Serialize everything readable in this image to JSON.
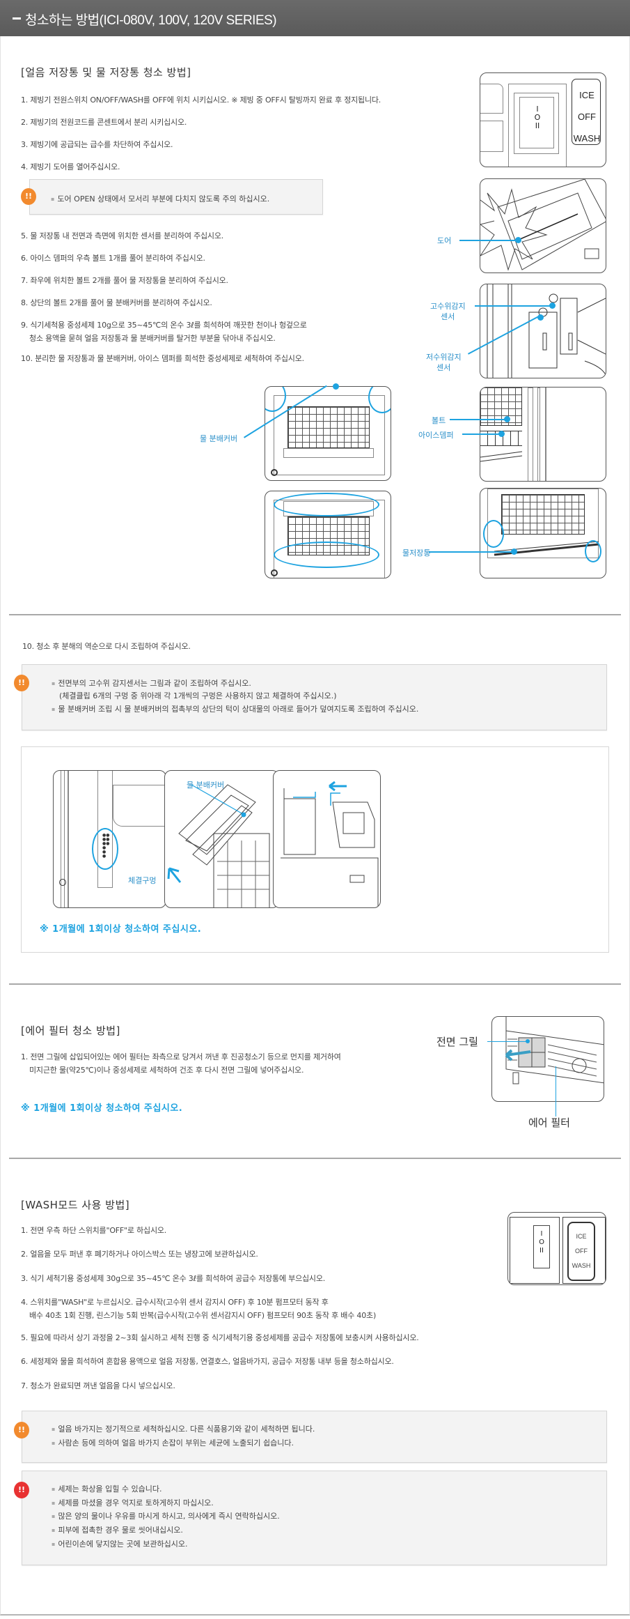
{
  "header": {
    "title": "청소하는 방법(ICI-080V, 100V, 120V SERIES)"
  },
  "section1": {
    "title": "[얼음 저장통 및 물 저장통 청소 방법]",
    "steps": [
      "1. 제빙기 전원스위치 ON/OFF/WASH를 OFF에 위치 시키십시오.  ※ 제빙 중 OFF시 탈빙까지 완료 후 정지됩니다.",
      "2. 제빙기의 전원코드를 콘센트에서 분리 시키십시오.",
      "3. 제빙기에 공급되는 급수를 차단하여 주십시오.",
      "4. 제빙기 도어를 열어주십시오.",
      "5. 물 저장통 내 전면과 측면에 위치한 센서를 분리하여 주십시오.",
      "6. 아이스 뎀퍼의 우측 볼트 1개를 풀어 분리하여 주십시오.",
      "7. 좌우에 위치한 볼트 2개를 풀어 물 저장통을 분리하여 주십시오.",
      "8. 상단의 볼트 2개를 풀어 물 분배커버를 분리하여 주십시오.",
      "9. 식기세척용 중성세제 10g으로 35~45℃의 온수 3ℓ를 희석하여 깨끗한 천이나 헝겊으로",
      "청소 용액을 묻혀 얼음 저장통과 물 분배커버를 탈거한 부분을 닦아내 주십시오.",
      "10. 분리한 물 저장통과 물 분배커버, 아이스 뎀퍼를 희석한 중성세제로 세척하여 주십시오."
    ],
    "note": "도어 OPEN 상태에서 모서리 부분에 다치지 않도록 주의 하십시오.",
    "switch_labels": [
      "ICE",
      "OFF",
      "WASH"
    ],
    "switch_symbols": [
      "I",
      "O",
      "II"
    ],
    "callouts": {
      "door": "도어",
      "high_sensor_1": "고수위감지",
      "high_sensor_2": "센서",
      "low_sensor_1": "저수위감지",
      "low_sensor_2": "센서",
      "bolt": "볼트",
      "ice_damper": "아이스뎀퍼",
      "water_cover": "물 분배커버",
      "water_tank": "물저장통"
    }
  },
  "section2": {
    "step": "10. 청소 후 분해의 역순으로 다시 조립하여 주십시오.",
    "note_lines": [
      "전면부의 고수위 감지센서는 그림과 같이 조립하여 주십시오.",
      "(체결클립 6개의 구멍 중 위아래 각 1개씩의 구멍은 사용하지 않고 체결하여 주십시오.)",
      "물 분배커버 조립 시 물 분배커버의 접촉부의 상단의 턱이 상대물의 아래로 들어가 덮여지도록 조립하여 주십시오."
    ],
    "callouts": {
      "hole": "체결구멍",
      "cover": "물 분배커버"
    },
    "monthly": "※ 1개월에 1회이상 청소하여 주십시오."
  },
  "section3": {
    "title": "[에어 필터 청소 방법]",
    "step_line1": "1. 전면 그릴에 삽입되어있는 에어 필터는 좌측으로 당겨서 꺼낸 후 진공청소기 등으로 먼지를 제거하여",
    "step_line2": "미지근한 물(약25℃)이나 중성세제로 세척하여 건조 후 다시 전면 그릴에 넣어주십시오.",
    "monthly": "※ 1개월에 1회이상 청소하여 주십시오.",
    "callouts": {
      "grille": "전면 그릴",
      "filter": "에어 필터"
    }
  },
  "section4": {
    "title": "[WASH모드 사용 방법]",
    "steps": [
      "1. 전면 우측 하단 스위치를\"OFF\"로 하십시오.",
      "2. 얼음을 모두 퍼낸 후 폐기하거나 아이스박스 또는 냉장고에 보관하십시오.",
      "3. 식기 세척기용 중성세제 30g으로 35~45℃ 온수 3ℓ를 희석하여 공급수 저장통에 부으십시오.",
      "4. 스위치를\"WASH\"로 누르십시오. 급수시작(고수위 센서 감지시 OFF) 후 10분 펌프모터 동작 후",
      "배수 40초 1회 진행, 린스기능 5회 반복(급수시작(고수위 센서감지시 OFF) 펌프모터 90초 동작 후 배수 40초)",
      "5. 필요에 따라서 상기 과정을 2~3회 실시하고 세척 진행 중 식기세척기용 중성세제를 공급수 저장통에 보충시켜 사용하십시오.",
      "6. 세정제와 물을 희석하여 혼합용 용액으로 얼음 저장통, 연결호스, 얼음바가지, 공급수 저장통 내부 등을 청소하십시오.",
      "7. 청소가 완료되면 꺼낸 얼음을 다시 넣으십시오."
    ],
    "switch_labels": [
      "ICE",
      "OFF",
      "WASH"
    ],
    "caution_lines": [
      "얼음 바가지는 정기적으로 세척하십시오. 다른 식품용기와 같이 세척하면 됩니다.",
      "사람손 등에 의하여 얼음 바가지 손잡이 부위는 세균에 노출되기 쉽습니다."
    ],
    "danger_lines": [
      "세제는 화상을 입힐 수 있습니다.",
      "세제를 마셨을 경우 억지로 토하게하지 마십시오.",
      "많은 양의 물이나 우유를 마시게 하시고, 의사에게 즉시 연락하십시오.",
      "피부에 접촉한 경우 물로 씻어내십시오.",
      "어린이손에 닿지않는 곳에 보관하십시오."
    ]
  },
  "icons": {
    "caution": "!!",
    "danger": "!!"
  },
  "colors": {
    "header_bg": "#5f5f5f",
    "accent_blue": "#1ea3e0",
    "caution_orange": "#f28a2e",
    "danger_red": "#e83232",
    "note_bg": "#f3f3f3"
  }
}
